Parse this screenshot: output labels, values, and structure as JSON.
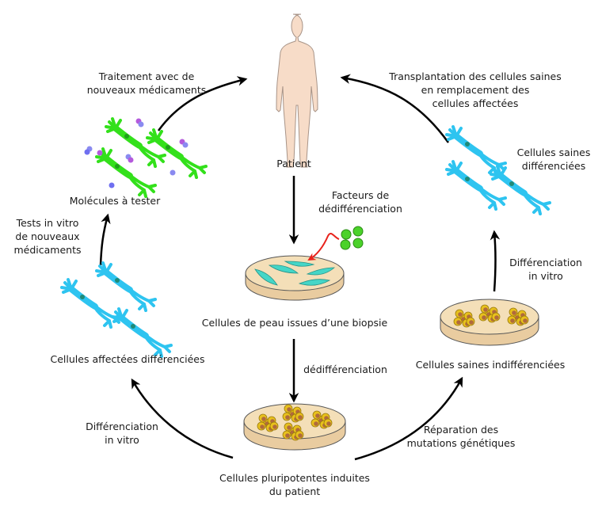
{
  "colors": {
    "arrow": "#000000",
    "red_arrow": "#e8231c",
    "skin": "#f7dcc8",
    "skin_outline": "#a89488",
    "green_neuron": "#33e01b",
    "blue_neuron": "#2ec4f0",
    "neuron_nucleus": "#1f8a78",
    "dish_fill": "#f4dfb8",
    "dish_rim": "#e9ccA0",
    "fibroblast": "#3cd6c8",
    "ips_cell": "#e8c11c",
    "ips_nucleus": "#b06a3c",
    "factor_green": "#4bd22a",
    "molecule_purple": "#b45adc",
    "molecule_blue": "#6f6ff0"
  },
  "nodes": {
    "patient": {
      "label": [
        "Patient"
      ]
    },
    "skin_cells": {
      "label": [
        "Cellules de peau issues d’une biopsie"
      ]
    },
    "factors": {
      "label": [
        "Facteurs de",
        "dédifférenciation"
      ]
    },
    "ipsc": {
      "label": [
        "Cellules pluripotentes induites",
        "du patient"
      ]
    },
    "healthy_undiff": {
      "label": [
        "Cellules saines indifférenciées"
      ]
    },
    "healthy_diff": {
      "label": [
        "Cellules saines",
        "différenciées"
      ]
    },
    "affected_diff": {
      "label": [
        "Cellules affectées différenciées"
      ]
    },
    "molecules": {
      "label": [
        "Molécules à tester"
      ]
    }
  },
  "edges": {
    "dedifferentiation": {
      "label": [
        "dédifférenciation"
      ]
    },
    "repair": {
      "label": [
        "Réparation des",
        "mutations génétiques"
      ]
    },
    "diff_right": {
      "label": [
        "Différenciation",
        "in vitro"
      ]
    },
    "transplant": {
      "label": [
        "Transplantation des cellules saines",
        "en remplacement des",
        "cellules affectées"
      ]
    },
    "diff_left": {
      "label": [
        "Différenciation",
        "in vitro"
      ]
    },
    "tests": {
      "label": [
        "Tests in vitro",
        "de nouveaux",
        "médicaments"
      ]
    },
    "treatment": {
      "label": [
        "Traitement avec de",
        "nouveaux médicaments"
      ]
    }
  }
}
